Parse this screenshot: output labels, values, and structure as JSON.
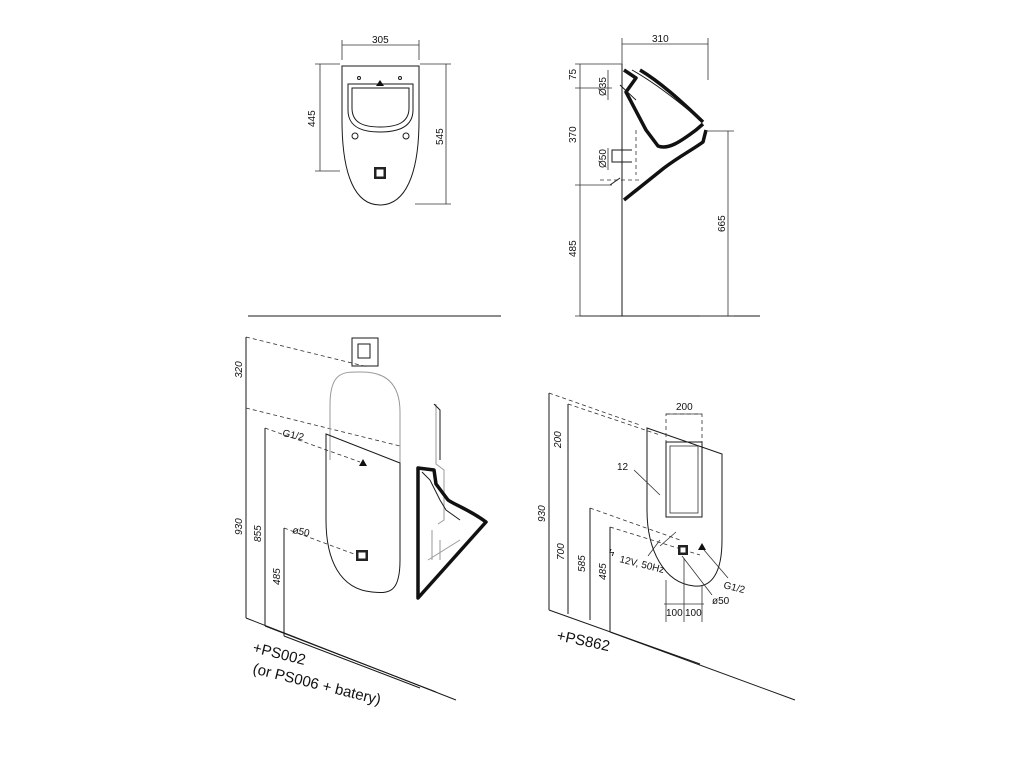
{
  "front_view": {
    "width": "305",
    "height_left": "445",
    "height_right": "545"
  },
  "side_view": {
    "depth": "310",
    "top_offset": "75",
    "inlet_to_outlet": "370",
    "outlet_height": "485",
    "inlet_diameter": "Ø35",
    "outlet_diameter": "Ø50",
    "rim_height": "665"
  },
  "iso_left": {
    "dim_top": "320",
    "dim_930": "930",
    "dim_855": "855",
    "dim_485": "485",
    "thread_label": "G1/2",
    "outlet_label": "ø50",
    "note_line1": "+PS002",
    "note_line2": "(or PS006 + batery)"
  },
  "iso_right": {
    "dim_200_vert": "200",
    "dim_930": "930",
    "dim_700": "700",
    "dim_585": "585",
    "dim_485": "485",
    "dim_200_top": "200",
    "thickness_label": "12",
    "thread_label": "G1/2",
    "outlet_label": "ø50",
    "power_label": "12V, 50Hz",
    "dim_100_left": "100",
    "dim_100_right": "100",
    "note": "+PS862"
  }
}
